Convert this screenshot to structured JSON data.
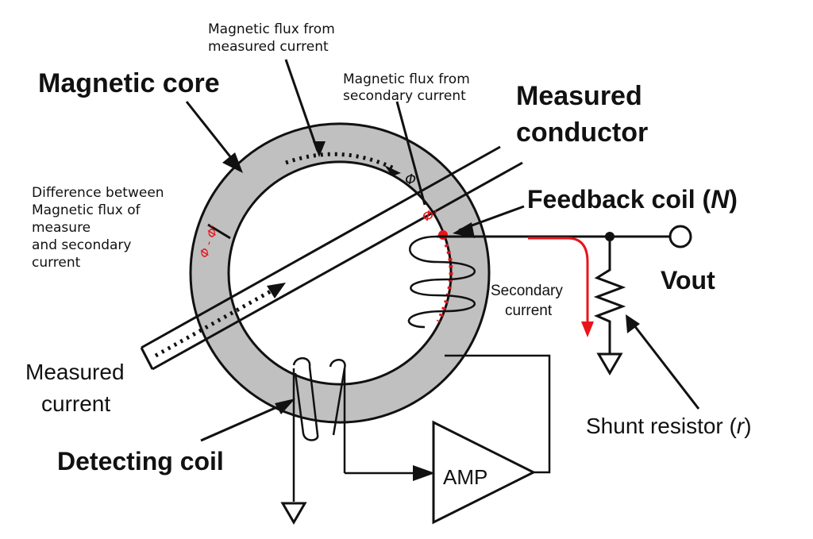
{
  "labels": {
    "magnetic_core": "Magnetic core",
    "flux_measured_line1": "Magnetic flux from",
    "flux_measured_line2": "measured current",
    "flux_secondary_line1": "Magnetic flux from",
    "flux_secondary_line2": "secondary current",
    "measured_conductor_line1": "Measured",
    "measured_conductor_line2": "conductor",
    "feedback_coil_text": "Feedback coil (",
    "feedback_coil_symbol": "N",
    "feedback_coil_close": ")",
    "difference_line1": "Difference between",
    "difference_line2": "Magnetic flux of",
    "difference_line3": "measure",
    "difference_line4": "and secondary",
    "difference_line5": "current",
    "vout": "Vout",
    "secondary_current_line1": "Secondary",
    "secondary_current_line2": "current",
    "measured_current_line1": "Measured",
    "measured_current_line2": "current",
    "shunt_resistor_text": "Shunt resistor (",
    "shunt_resistor_symbol": "r",
    "shunt_resistor_close": ")",
    "detecting_coil": "Detecting coil",
    "amp": "AMP",
    "phi": "Φ",
    "phi_prime": "Φ'",
    "phi_diff": "Φ - Φ'"
  },
  "colors": {
    "core_fill": "#c0c0c0",
    "line": "#111111",
    "highlight": "#e8141a"
  }
}
